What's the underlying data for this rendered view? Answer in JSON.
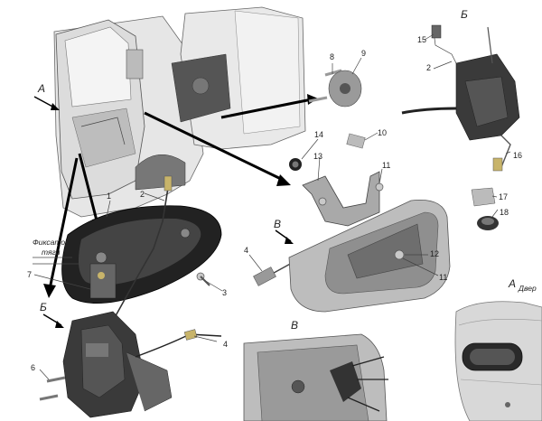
{
  "section_letters": {
    "a_truck": "А",
    "b_top": "Б",
    "b_left": "Б",
    "v_handle": "В",
    "v_bottom": "В",
    "a_detail": "А"
  },
  "callouts": {
    "c1": "1",
    "c2": "2",
    "c3": "3",
    "c4a": "4",
    "c4b": "4",
    "c6": "6",
    "c7": "7",
    "c8": "8",
    "c9": "9",
    "c10": "10",
    "c11a": "11",
    "c11b": "11",
    "c12": "12",
    "c13": "13",
    "c14": "14",
    "c15": "15",
    "c2b": "2",
    "c16": "16",
    "c17": "17",
    "c18": "18"
  },
  "labels": {
    "fiksator_line1": "Фиксатор",
    "fiksator_line2": "тяги",
    "door_partial": "Двер"
  }
}
